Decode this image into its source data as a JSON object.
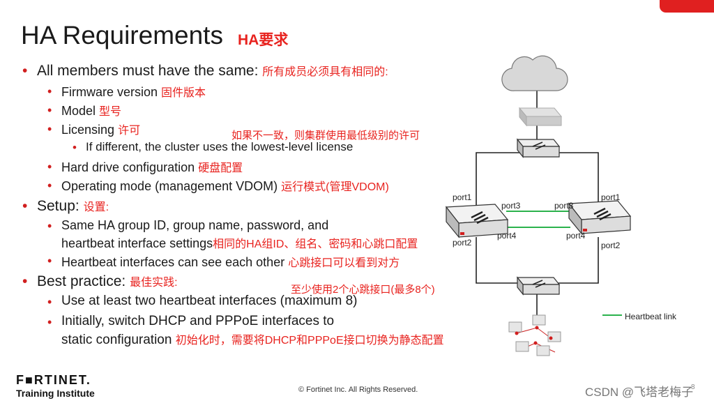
{
  "title": "HA Requirements",
  "title_cn": "HA要求",
  "bullets": {
    "same": {
      "text": "All members must have the same:",
      "cn": "所有成员必须具有相同的:"
    },
    "firmware": {
      "text": "Firmware version",
      "cn": "固件版本"
    },
    "model": {
      "text": "Model",
      "cn": "型号"
    },
    "licensing": {
      "text": "Licensing",
      "cn": "许可"
    },
    "licensing_note_cn": "如果不一致，则集群使用最低级别的许可",
    "different": {
      "text": "If different, the cluster uses the lowest-level license"
    },
    "hdd": {
      "text": "Hard drive configuration",
      "cn": "硬盘配置"
    },
    "opmode": {
      "text": "Operating mode (management VDOM)",
      "cn": "运行模式(管理VDOM)"
    },
    "setup": {
      "text": "Setup:",
      "cn": "设置:"
    },
    "same_ha_1": {
      "text": "Same HA group ID, group name, password, and"
    },
    "same_ha_2": {
      "text": "heartbeat interface settings",
      "cn": "相同的HA组ID、组名、密码和心跳口配置"
    },
    "hb_see": {
      "text": "Heartbeat interfaces can see each other",
      "cn": "心跳接口可以看到对方"
    },
    "best": {
      "text": "Best practice:",
      "cn": "最佳实践:"
    },
    "best_note_cn": "至少使用2个心跳接口(最多8个)",
    "two_hb": {
      "text": "Use at least two heartbeat interfaces (maximum 8)"
    },
    "dhcp_1": {
      "text": "Initially, switch DHCP and PPPoE interfaces to"
    },
    "dhcp_2": {
      "text": "static configuration",
      "cn": "初始化时，需要将DHCP和PPPoE接口切换为静态配置"
    }
  },
  "diagram": {
    "port_labels": {
      "l_port1": "port1",
      "l_port2": "port2",
      "l_port3": "port3",
      "l_port4": "port4",
      "r_port1": "port1",
      "r_port2": "port2",
      "r_port3": "port3",
      "r_port4": "port4"
    },
    "legend": "Heartbeat link",
    "heartbeat_color": "#2bb24c"
  },
  "footer": {
    "logo": "F■RTINET.",
    "logo_sub": "Training Institute",
    "copyright": "© Fortinet Inc. All Rights Reserved.",
    "watermark": "CSDN @飞塔老梅子",
    "page": "8"
  }
}
